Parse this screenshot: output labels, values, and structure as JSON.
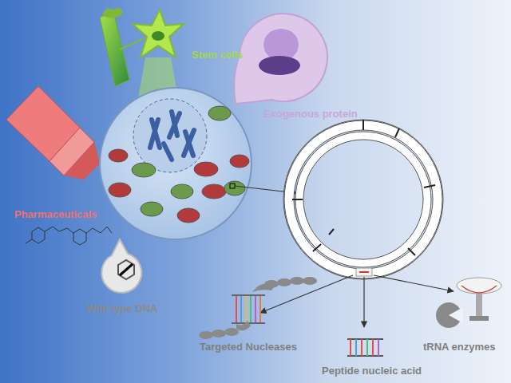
{
  "diagram": {
    "labels": [
      "Stem cells",
      "Exogenous protein",
      "Pharmaceuticals",
      "Wild type DNA",
      "Targeted Nucleases",
      "Peptide nucleic acid",
      "tRNA enzymes"
    ]
  }
}
